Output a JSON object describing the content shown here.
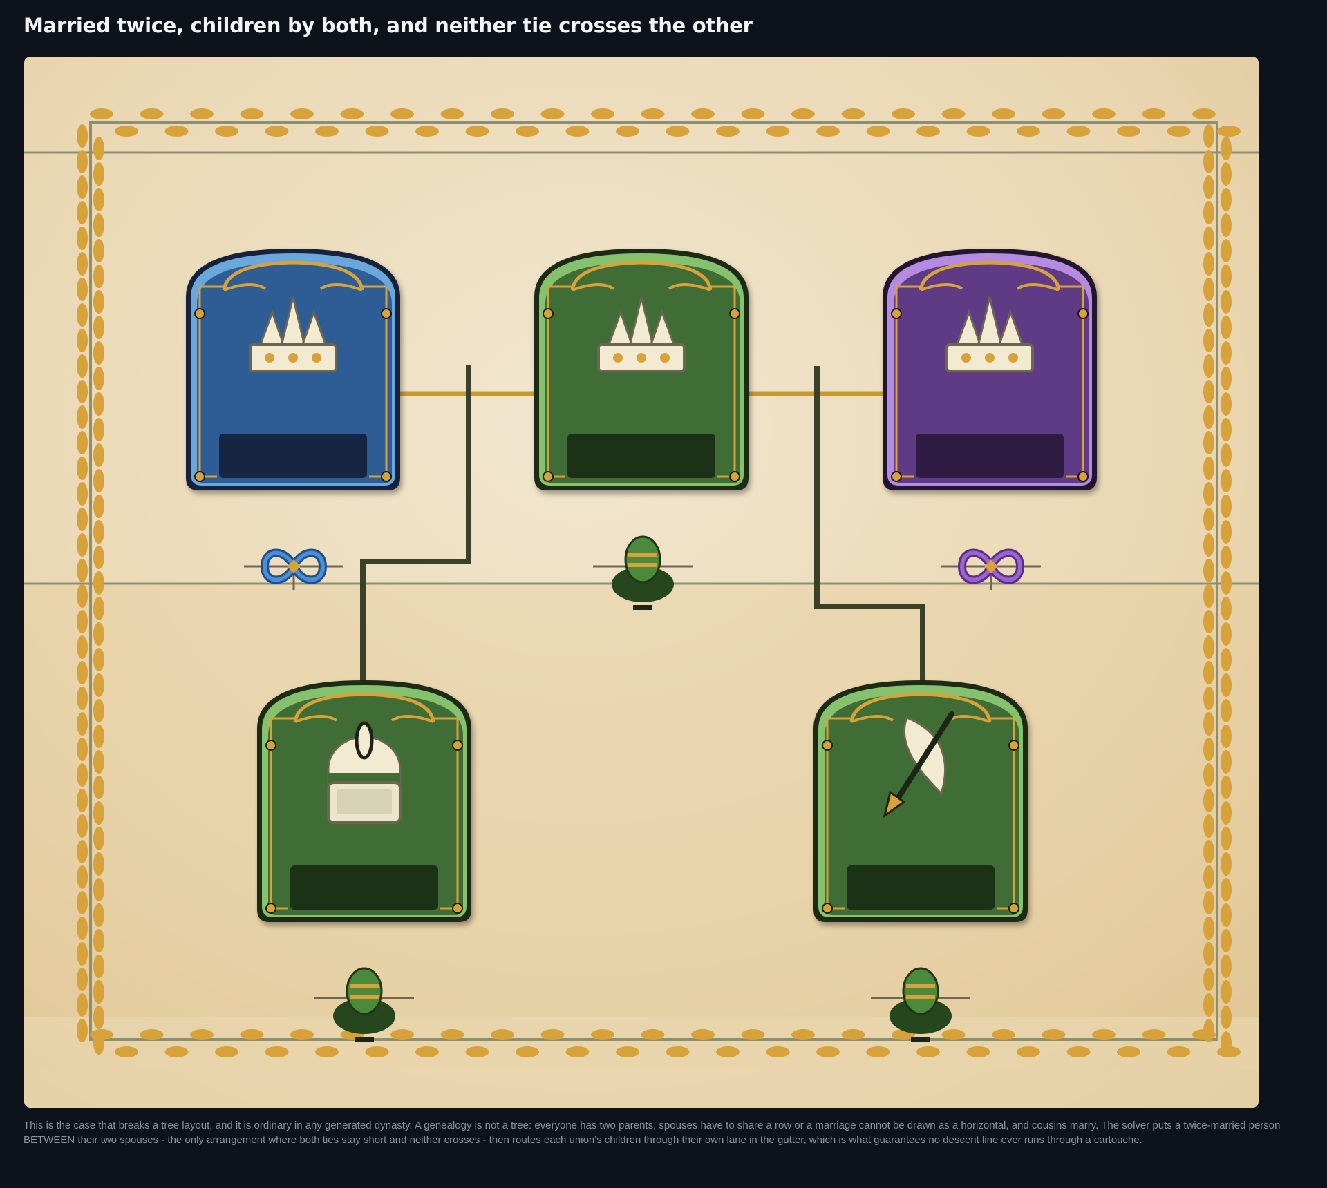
{
  "page": {
    "title": "Married twice, children by both, and neither tie crosses the other",
    "caption": "This is the case that breaks a tree layout, and it is ordinary in any generated dynasty. A genealogy is not a tree: everyone has two parents, spouses have to share a row or a marriage cannot be drawn as a horizontal, and cousins marry. The solver puts a twice-married person BETWEEN their two spouses - the only arrangement where both ties stay short and neither crosses - then routes each union's children through their own lane in the gutter, which is what guarantees no descent line ever runs through a cartouche."
  },
  "colors": {
    "blue_house": "#2d5d96",
    "green_house": "#3f6c34",
    "purple_house": "#5f3a86",
    "gold": "#d7a33a",
    "parchment": "#ecdcbc",
    "line": "#3b4128"
  },
  "persons": [
    {
      "id": "spouse-left",
      "house": "blue",
      "emblem": "crown-icon",
      "name": ""
    },
    {
      "id": "twice-married",
      "house": "green",
      "emblem": "crown-icon",
      "name": ""
    },
    {
      "id": "spouse-right",
      "house": "purple",
      "emblem": "crown-icon",
      "name": ""
    },
    {
      "id": "child-left",
      "house": "green",
      "emblem": "helmet-icon",
      "name": ""
    },
    {
      "id": "child-right",
      "house": "green",
      "emblem": "arrow-feather-icon",
      "name": ""
    }
  ],
  "unions": [
    {
      "id": "union-left",
      "spouses": [
        "spouse-left",
        "twice-married"
      ],
      "children": [
        "child-left"
      ]
    },
    {
      "id": "union-right",
      "spouses": [
        "twice-married",
        "spouse-right"
      ],
      "children": [
        "child-right"
      ]
    }
  ],
  "markers": [
    {
      "id": "spouse-left",
      "icon": "infinity-knot-icon",
      "color": "blue"
    },
    {
      "id": "twice-married",
      "icon": "seal-icon",
      "color": "green"
    },
    {
      "id": "spouse-right",
      "icon": "infinity-knot-icon",
      "color": "purple"
    },
    {
      "id": "child-left",
      "icon": "seal-icon",
      "color": "green"
    },
    {
      "id": "child-right",
      "icon": "seal-icon",
      "color": "green"
    }
  ]
}
